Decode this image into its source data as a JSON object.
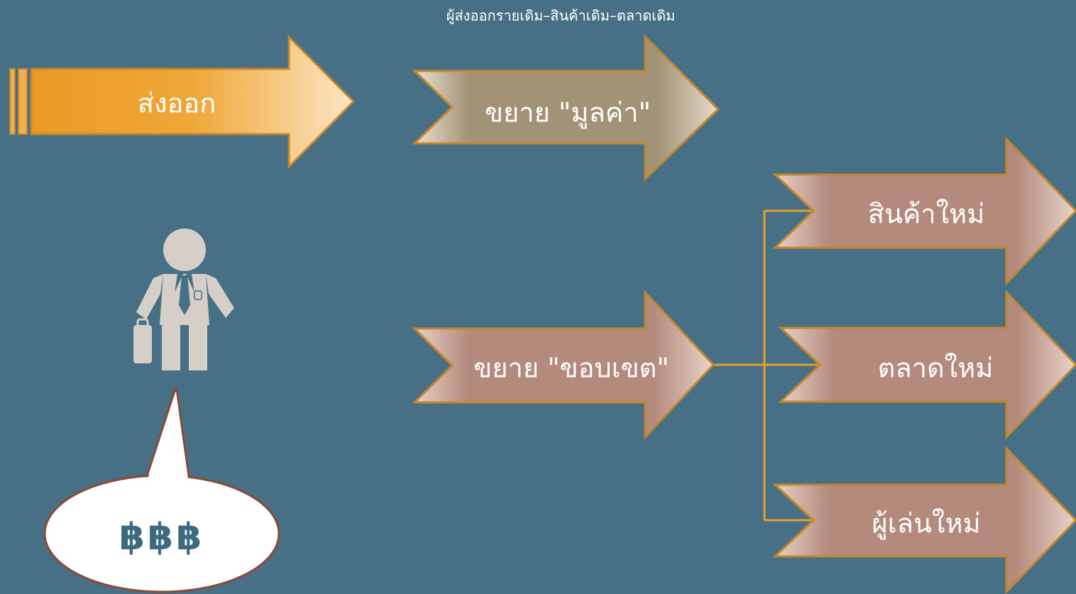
{
  "title": "ผู้ส่งออกรายเดิม–สินค้าเดิม–ตลาดเดิม",
  "arrows": {
    "export": "ส่งออก",
    "expand_value": "ขยาย \"มูลค่า\"",
    "expand_scope": "ขยาย \"ขอบเขต\"",
    "new_products": "สินค้าใหม่",
    "new_markets": "ตลาดใหม่",
    "new_players": "ผู้เล่นใหม่"
  },
  "speech_bubble": {
    "text": "฿฿฿"
  },
  "colors": {
    "background": "#476f86",
    "export_arrow": "#eba22f",
    "value_arrow": "#a29276",
    "scope_arrows": "#b38a7c",
    "outline": "#c3872b",
    "person": "#d6cfc7",
    "bubble": "#ffffff",
    "bubble_outline": "#8b4a38",
    "bubble_text": "#3c6a80"
  }
}
